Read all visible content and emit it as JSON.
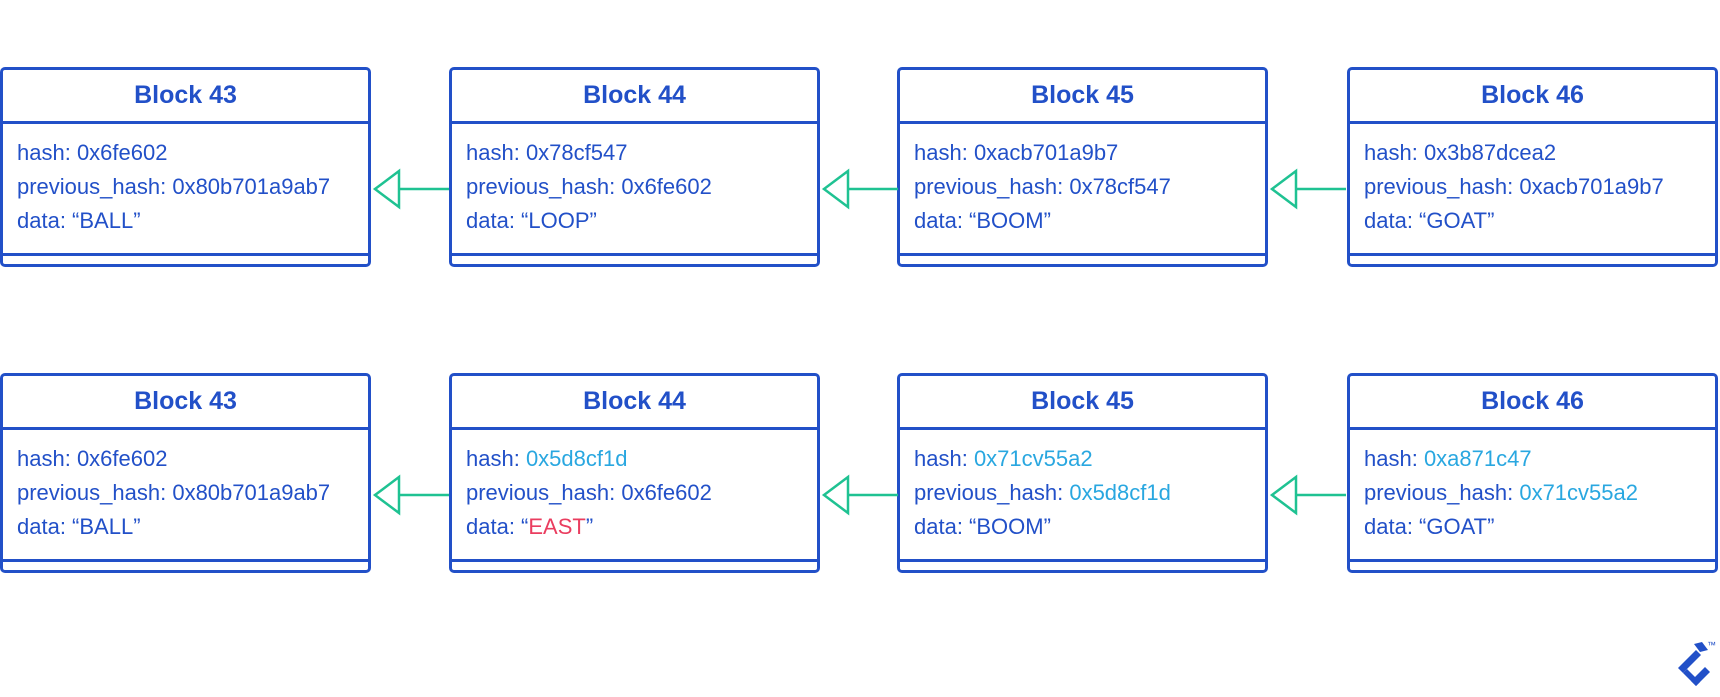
{
  "colors": {
    "block_border": "#2250c8",
    "text": "#2250c8",
    "changed_value": "#29a7e0",
    "tampered_value": "#ea3d5f",
    "arrow": "#1fc292"
  },
  "chains": [
    {
      "blocks": [
        {
          "title": "Block 43",
          "hash_label": "hash: ",
          "hash": "0x6fe602",
          "prev_label": "previous_hash: ",
          "prev": "0x80b701a9ab7",
          "data_label": "data: “",
          "data": "BALL",
          "data_end": "”",
          "hash_state": "base",
          "prev_state": "base",
          "data_state": "base"
        },
        {
          "title": "Block 44",
          "hash_label": "hash: ",
          "hash": "0x78cf547",
          "prev_label": "previous_hash: ",
          "prev": "0x6fe602",
          "data_label": "data: “",
          "data": "LOOP",
          "data_end": "”",
          "hash_state": "base",
          "prev_state": "base",
          "data_state": "base"
        },
        {
          "title": "Block 45",
          "hash_label": "hash: ",
          "hash": "0xacb701a9b7",
          "prev_label": "previous_hash: ",
          "prev": "0x78cf547",
          "data_label": "data: “",
          "data": "BOOM",
          "data_end": "”",
          "hash_state": "base",
          "prev_state": "base",
          "data_state": "base"
        },
        {
          "title": "Block 46",
          "hash_label": "hash: ",
          "hash": "0x3b87dcea2",
          "prev_label": "previous_hash: ",
          "prev": "0xacb701a9b7",
          "data_label": "data: “",
          "data": "GOAT",
          "data_end": "”",
          "hash_state": "base",
          "prev_state": "base",
          "data_state": "base"
        }
      ]
    },
    {
      "blocks": [
        {
          "title": "Block 43",
          "hash_label": "hash: ",
          "hash": "0x6fe602",
          "prev_label": "previous_hash: ",
          "prev": "0x80b701a9ab7",
          "data_label": "data: “",
          "data": "BALL",
          "data_end": "”",
          "hash_state": "base",
          "prev_state": "base",
          "data_state": "base"
        },
        {
          "title": "Block 44",
          "hash_label": "hash: ",
          "hash": "0x5d8cf1d",
          "prev_label": "previous_hash: ",
          "prev": "0x6fe602",
          "data_label": "data: “",
          "data": "EAST",
          "data_end": "”",
          "hash_state": "changed",
          "prev_state": "base",
          "data_state": "tampered"
        },
        {
          "title": "Block 45",
          "hash_label": "hash: ",
          "hash": "0x71cv55a2",
          "prev_label": "previous_hash: ",
          "prev": "0x5d8cf1d",
          "data_label": "data: “",
          "data": "BOOM",
          "data_end": "”",
          "hash_state": "changed",
          "prev_state": "changed",
          "data_state": "base"
        },
        {
          "title": "Block 46",
          "hash_label": "hash: ",
          "hash": "0xa871c47",
          "prev_label": "previous_hash: ",
          "prev": "0x71cv55a2",
          "data_label": "data: “",
          "data": "GOAT",
          "data_end": "”",
          "hash_state": "changed",
          "prev_state": "changed",
          "data_state": "base"
        }
      ]
    }
  ],
  "logo": {
    "icon": "toptal-logo-icon",
    "trademark": "™"
  }
}
